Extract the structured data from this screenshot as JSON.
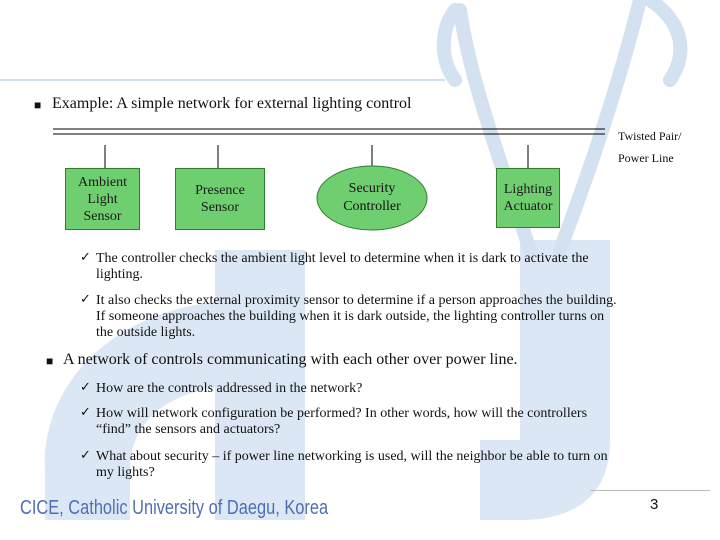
{
  "title": "Example: A simple network for external lighting control",
  "line_label": [
    "Twisted Pair/",
    "Power Line"
  ],
  "nodes": {
    "ambient": [
      "Ambient",
      "Light",
      "Sensor"
    ],
    "presence": [
      "Presence",
      "Sensor"
    ],
    "security": [
      "Security",
      "Controller"
    ],
    "actuator": [
      "Lighting",
      "Actuator"
    ]
  },
  "checks1": [
    [
      "The controller checks the ambient light level to determine when it is dark to activate the",
      "lighting."
    ],
    [
      "It also checks the external proximity sensor to determine if a person approaches the building.",
      "If someone approaches the building when it is dark outside, the lighting controller turns on",
      "the outside lights."
    ]
  ],
  "bullet2": "A network of controls communicating with each other over power line.",
  "checks2": [
    [
      "How are the controls addressed in the network?"
    ],
    [
      "How will network configuration be performed? In other words, how will the controllers",
      "“find” the sensors and actuators?"
    ],
    [
      "What about security – if power line networking is used, will the neighbor be able to turn on",
      "my lights?"
    ]
  ],
  "footer": "CICE, Catholic University of Daegu, Korea",
  "page_number": "3",
  "colors": {
    "node_fill": "#6fce6f",
    "watermark": "#d6e4f3",
    "footer_text": "#4f6fb3"
  }
}
